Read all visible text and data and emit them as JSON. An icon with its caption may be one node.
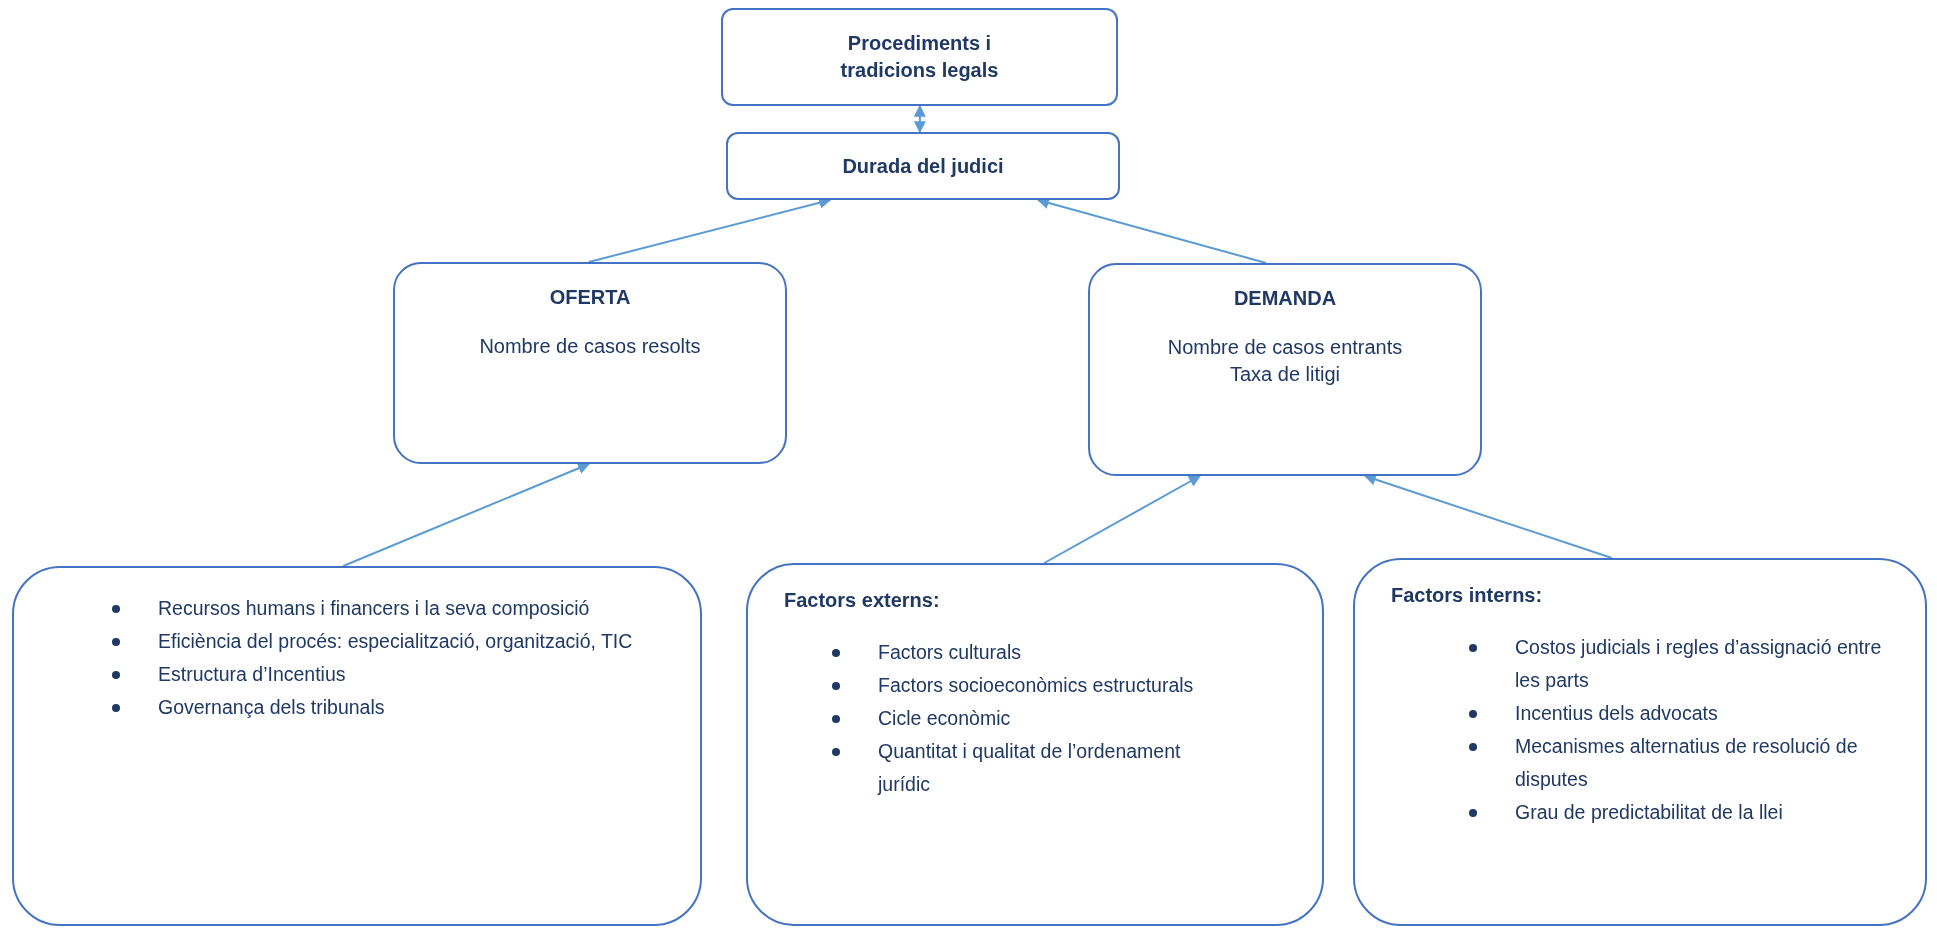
{
  "diagram": {
    "nodes": [
      {
        "text": [
          "Procediments i tradicions legals"
        ]
      },
      {
        "text": [
          "Durada del judici"
        ]
      },
      {
        "text": [
          "OFERTA",
          "Nombre de casos resolts"
        ]
      },
      {
        "text": [
          "DEMANDA",
          "Nombre de casos entrants",
          "Taxa de litigi"
        ]
      },
      {
        "text": [
          "Recursos humans i financers i la seva composició",
          "Eficiència del procés: especialització, organització, TIC",
          "Estructura d’Incentius",
          "Governança dels tribunals"
        ]
      },
      {
        "text": [
          "Factors externs:",
          "Factors culturals",
          "Factors socioeconòmics estructurals",
          "Cicle econòmic",
          "Quantitat i qualitat de l’ordenament jurídic"
        ]
      },
      {
        "text": [
          "Factors interns:",
          "Costos judicials i regles d’assignació entre les parts",
          "Incentius dels advocats",
          "Mecanismes alternatius de resolució de disputes",
          "Grau de predictabilitat de la llei"
        ]
      }
    ],
    "edges": [
      {
        "from": 1,
        "to": 0,
        "arrow": "both"
      },
      {
        "from": 2,
        "to": 1,
        "arrow": "to"
      },
      {
        "from": 3,
        "to": 1,
        "arrow": "to"
      },
      {
        "from": 4,
        "to": 2,
        "arrow": "to"
      },
      {
        "from": 5,
        "to": 3,
        "arrow": "to"
      },
      {
        "from": 6,
        "to": 3,
        "arrow": "to"
      }
    ]
  }
}
